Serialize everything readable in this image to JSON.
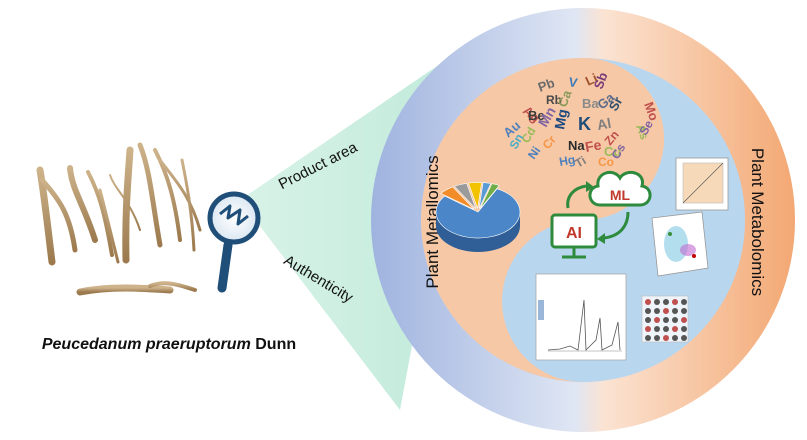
{
  "caption": {
    "species_italic": "Peucedanum praeruptorum",
    "authority": "Dunn"
  },
  "beam_labels": {
    "top": "Product area",
    "bottom": "Authenticity"
  },
  "ring_labels": {
    "left": "Plant Metallomics",
    "right": "Plant Metabolomics"
  },
  "ai_icon": {
    "label": "AI"
  },
  "ml_icon": {
    "label": "ML"
  },
  "element_words": [
    {
      "t": "Pb",
      "c": "#6b6b6b"
    },
    {
      "t": "V",
      "c": "#3a7ab8"
    },
    {
      "t": "Li",
      "c": "#a0522d"
    },
    {
      "t": "Sb",
      "c": "#7a3a7a"
    },
    {
      "t": "Ag",
      "c": "#c0504d"
    },
    {
      "t": "Rb",
      "c": "#4a4a4a"
    },
    {
      "t": "Be",
      "c": "#3b3b3b"
    },
    {
      "t": "Ca",
      "c": "#8a9a5b"
    },
    {
      "t": "Ba",
      "c": "#8a8a8a"
    },
    {
      "t": "Ga",
      "c": "#5b6b8a"
    },
    {
      "t": "Sr",
      "c": "#2f4f6f"
    },
    {
      "t": "Mo",
      "c": "#c0504d"
    },
    {
      "t": "Au",
      "c": "#4f81bd"
    },
    {
      "t": "Cd",
      "c": "#9bbb59"
    },
    {
      "t": "Mn",
      "c": "#8064a2"
    },
    {
      "t": "K",
      "c": "#1f4e79"
    },
    {
      "t": "Al",
      "c": "#7f7f7f"
    },
    {
      "t": "As",
      "c": "#9bbb59"
    },
    {
      "t": "Sn",
      "c": "#4bacc6"
    },
    {
      "t": "Cr",
      "c": "#f79646"
    },
    {
      "t": "Mg",
      "c": "#1f497d"
    },
    {
      "t": "Zn",
      "c": "#c0504d"
    },
    {
      "t": "Se",
      "c": "#8064a2"
    },
    {
      "t": "Ni",
      "c": "#4f81bd"
    },
    {
      "t": "Na",
      "c": "#2b2b2b"
    },
    {
      "t": "Fe",
      "c": "#c0504d"
    },
    {
      "t": "Cu",
      "c": "#9bbb59"
    },
    {
      "t": "Hg",
      "c": "#4f81bd"
    },
    {
      "t": "Ti",
      "c": "#7f7f7f"
    },
    {
      "t": "Co",
      "c": "#f79646"
    },
    {
      "t": "Cs",
      "c": "#8064a2"
    }
  ],
  "colors": {
    "beam": "#bfead9",
    "ring_left": "#9fb3df",
    "ring_right": "#f3b184",
    "inner_peach": "#f6c8a6",
    "inner_blue": "#b9d6ef",
    "magnifier": "#1f4e79",
    "ai_green": "#2e8b3e",
    "ml_red": "#c0392b"
  },
  "pie": {
    "slices": [
      0.78,
      0.06,
      0.05,
      0.05,
      0.03,
      0.03
    ],
    "colors": [
      "#4a86c8",
      "#f28c28",
      "#9a9a9a",
      "#f2c200",
      "#5b9bd5",
      "#70ad47"
    ]
  }
}
